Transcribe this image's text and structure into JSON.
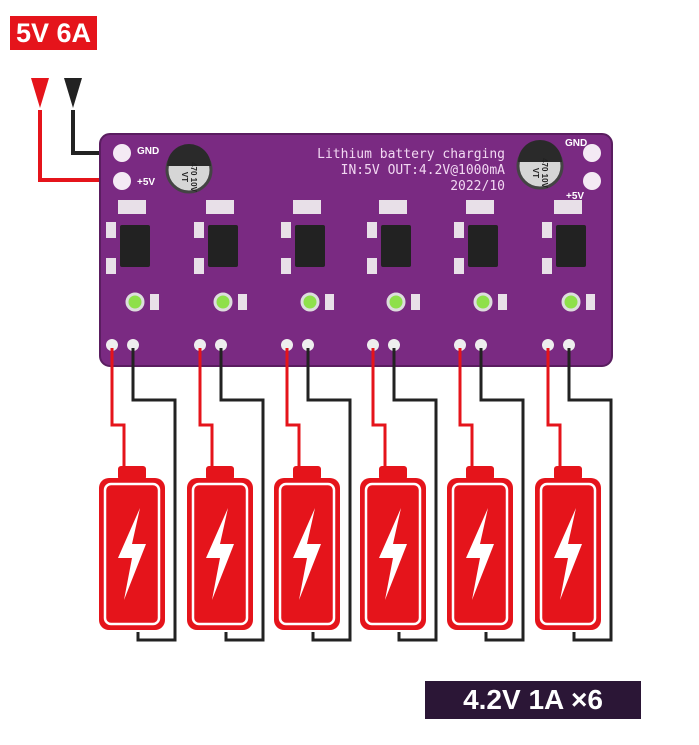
{
  "input_label": "5V 6A",
  "output_label": "4.2V 1A ×6",
  "board": {
    "line1": "Lithium battery charging",
    "line2": "IN:5V OUT:4.2V@1000mA",
    "line3": "2022/10",
    "gnd_label": "GND",
    "plus5v_label": "+5V",
    "capacitor_text": "470 10V VT"
  },
  "channel_count": 6,
  "colors": {
    "board": "#7a2a82",
    "positive_wire": "#e5141b",
    "negative_wire": "#222222",
    "battery": "#e5141b",
    "led": "#8ee04a"
  }
}
